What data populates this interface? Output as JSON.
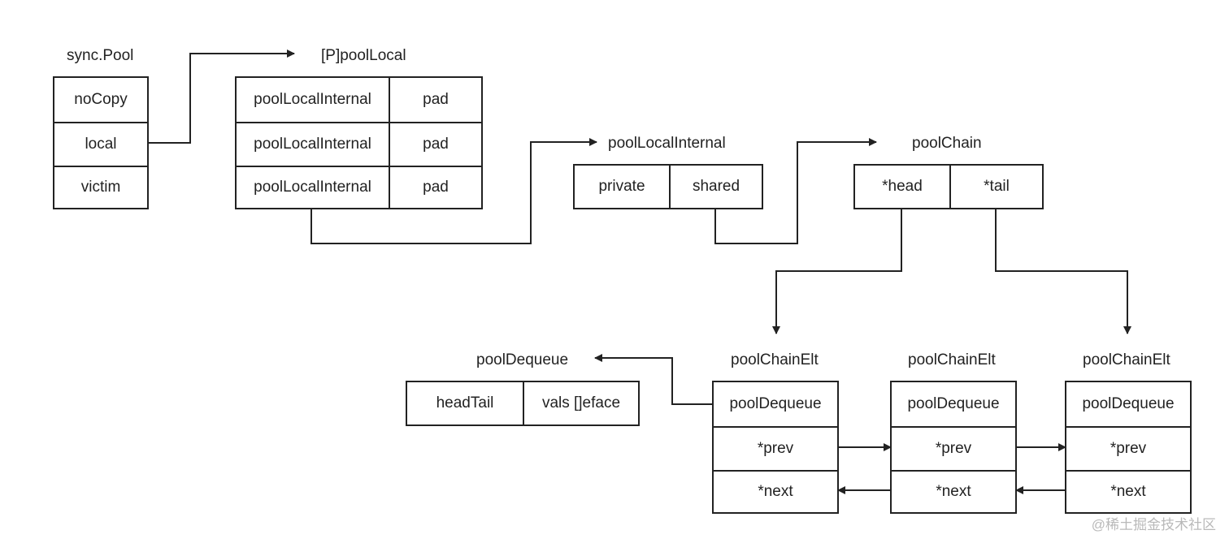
{
  "sync_pool": {
    "title": "sync.Pool",
    "rows": [
      "noCopy",
      "local",
      "victim"
    ]
  },
  "pool_local_array": {
    "title": "[P]poolLocal",
    "rows": [
      {
        "internal": "poolLocalInternal",
        "pad": "pad"
      },
      {
        "internal": "poolLocalInternal",
        "pad": "pad"
      },
      {
        "internal": "poolLocalInternal",
        "pad": "pad"
      }
    ]
  },
  "pool_local_internal": {
    "title": "poolLocalInternal",
    "cells": [
      "private",
      "shared"
    ]
  },
  "pool_chain": {
    "title": "poolChain",
    "cells": [
      "*head",
      "*tail"
    ]
  },
  "pool_dequeue": {
    "title": "poolDequeue",
    "cells": [
      "headTail",
      "vals []eface"
    ]
  },
  "chain_elts": [
    {
      "title": "poolChainElt",
      "rows": [
        "poolDequeue",
        "*prev",
        "*next"
      ]
    },
    {
      "title": "poolChainElt",
      "rows": [
        "poolDequeue",
        "*prev",
        "*next"
      ]
    },
    {
      "title": "poolChainElt",
      "rows": [
        "poolDequeue",
        "*prev",
        "*next"
      ]
    }
  ],
  "watermark": "@稀土掘金技术社区",
  "colors": {
    "line": "#222222",
    "background": "#ffffff",
    "watermark": "#b9b9b9"
  }
}
